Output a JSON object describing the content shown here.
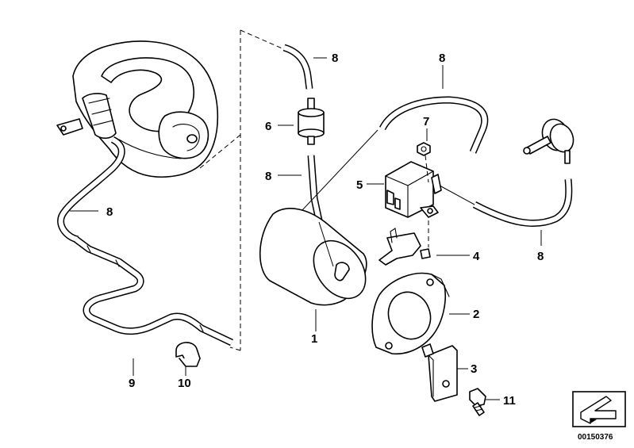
{
  "callouts": {
    "c1": "1",
    "c2": "2",
    "c3": "3",
    "c4": "4",
    "c5": "5",
    "c6": "6",
    "c7": "7",
    "c8a": "8",
    "c8b": "8",
    "c8c": "8",
    "c8d": "8",
    "c8e": "8",
    "c9": "9",
    "c10": "10",
    "c11": "11"
  },
  "document_id": "00150376",
  "icons": [
    "intake-manifold-icon",
    "vacuum-reservoir-icon",
    "bracket-icon",
    "solenoid-valve-icon",
    "check-valve-icon",
    "vacuum-actuator-icon",
    "hose-clip-icon",
    "bolt-icon",
    "nut-icon",
    "navigation-arrow-icon"
  ]
}
